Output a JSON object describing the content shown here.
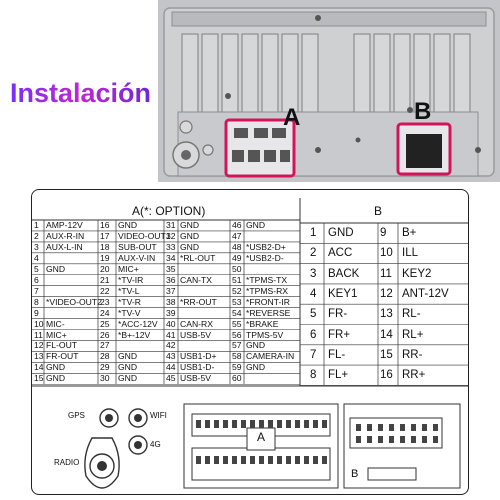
{
  "title": "Instalación",
  "unit": {
    "label_a": "A",
    "label_b": "B"
  },
  "table_a": {
    "header": "A(*: OPTION)",
    "columns": [
      [
        [
          "1",
          "AMP-12V"
        ],
        [
          "2",
          "AUX-R-IN"
        ],
        [
          "3",
          "AUX-L-IN"
        ],
        [
          "4",
          ""
        ],
        [
          "5",
          "GND"
        ],
        [
          "6",
          ""
        ],
        [
          "7",
          ""
        ],
        [
          "8",
          "*VIDEO-OUT2"
        ],
        [
          "9",
          ""
        ],
        [
          "10",
          "MIC-"
        ],
        [
          "11",
          "MIC+"
        ],
        [
          "12",
          "FL-OUT"
        ],
        [
          "13",
          "FR-OUT"
        ],
        [
          "14",
          "GND"
        ],
        [
          "15",
          "GND"
        ]
      ],
      [
        [
          "16",
          "GND"
        ],
        [
          "17",
          "VIDEO-OUT1"
        ],
        [
          "18",
          "SUB-OUT"
        ],
        [
          "19",
          "AUX-V-IN"
        ],
        [
          "20",
          "MIC+"
        ],
        [
          "21",
          "*TV-IR"
        ],
        [
          "22",
          "*TV-L"
        ],
        [
          "23",
          "*TV-R"
        ],
        [
          "24",
          "*TV-V"
        ],
        [
          "25",
          "*ACC-12V"
        ],
        [
          "26",
          "*B+-12V"
        ],
        [
          "27",
          ""
        ],
        [
          "28",
          "GND"
        ],
        [
          "29",
          "GND"
        ],
        [
          "30",
          "GND"
        ]
      ],
      [
        [
          "31",
          "GND"
        ],
        [
          "32",
          "GND"
        ],
        [
          "33",
          "GND"
        ],
        [
          "34",
          "*RL-OUT"
        ],
        [
          "35",
          ""
        ],
        [
          "36",
          "CAN-TX"
        ],
        [
          "37",
          ""
        ],
        [
          "38",
          "*RR-OUT"
        ],
        [
          "39",
          ""
        ],
        [
          "40",
          "CAN-RX"
        ],
        [
          "41",
          "USB-5V"
        ],
        [
          "42",
          ""
        ],
        [
          "43",
          "USB1-D+"
        ],
        [
          "44",
          "USB1-D-"
        ],
        [
          "45",
          "USB-5V"
        ]
      ],
      [
        [
          "46",
          "GND"
        ],
        [
          "47",
          ""
        ],
        [
          "48",
          "*USB2-D+"
        ],
        [
          "49",
          "*USB2-D-"
        ],
        [
          "50",
          ""
        ],
        [
          "51",
          "*TPMS-TX"
        ],
        [
          "52",
          "*TPMS-RX"
        ],
        [
          "53",
          "*FRONT-IR"
        ],
        [
          "54",
          "*REVERSE"
        ],
        [
          "55",
          "*BRAKE"
        ],
        [
          "56",
          "TPMS-5V"
        ],
        [
          "57",
          "GND"
        ],
        [
          "58",
          "CAMERA-IN"
        ],
        [
          "59",
          "GND"
        ],
        [
          "60",
          ""
        ]
      ]
    ]
  },
  "table_b": {
    "header": "B",
    "rows": [
      [
        [
          "1",
          "GND"
        ],
        [
          "9",
          "B+"
        ]
      ],
      [
        [
          "2",
          "ACC"
        ],
        [
          "10",
          "ILL"
        ]
      ],
      [
        [
          "3",
          "BACK"
        ],
        [
          "11",
          "KEY2"
        ]
      ],
      [
        [
          "4",
          "KEY1"
        ],
        [
          "12",
          "ANT-12V"
        ]
      ],
      [
        [
          "5",
          "FR-"
        ],
        [
          "13",
          "RL-"
        ]
      ],
      [
        [
          "6",
          "FR+"
        ],
        [
          "14",
          "RL+"
        ]
      ],
      [
        [
          "7",
          "FL-"
        ],
        [
          "15",
          "RR-"
        ]
      ],
      [
        [
          "8",
          "FL+"
        ],
        [
          "16",
          "RR+"
        ]
      ]
    ]
  },
  "ports": {
    "gps": "GPS",
    "wifi": "WIFI",
    "radio": "RADIO",
    "fourg": "4G"
  },
  "connectors": {
    "a": "A",
    "b": "B"
  },
  "colors": {
    "highlight": "#d4145a",
    "title_start": "#7b2ff7",
    "title_end": "#c026d3"
  }
}
